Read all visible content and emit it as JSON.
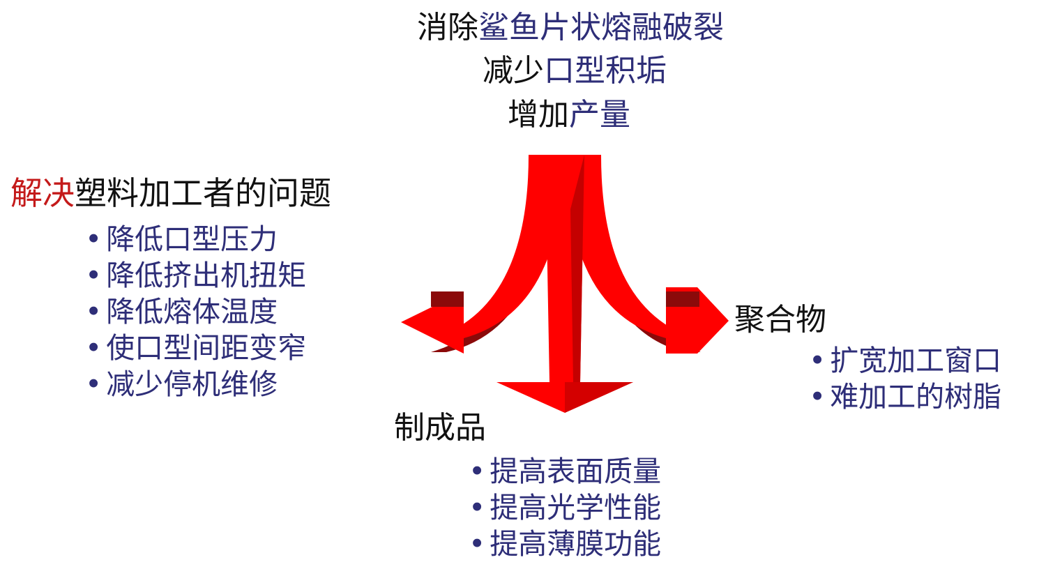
{
  "top": {
    "line1": {
      "black": "消除",
      "navy": "鲨鱼片状熔融破裂"
    },
    "line2": {
      "black": "减少",
      "navy": "口型积垢"
    },
    "line3": {
      "black": "增加",
      "navy": "产量"
    }
  },
  "left": {
    "heading_red": "解决",
    "heading_rest": "塑料加工者的问题",
    "bullet": "•",
    "items": [
      "降低口型压力",
      "降低挤出机扭矩",
      "降低熔体温度",
      "使口型间距变窄",
      "减少停机维修"
    ]
  },
  "right": {
    "heading": "聚合物",
    "bullet": "•",
    "items": [
      "扩宽加工窗口",
      "难加工的树脂"
    ]
  },
  "bottom": {
    "heading": "制成品",
    "bullet": "•",
    "items": [
      "提高表面质量",
      "提高光学性能",
      "提高薄膜功能"
    ]
  },
  "colors": {
    "arrow_red": "#ff0000",
    "arrow_dark": "#8b0a0a",
    "heading_red": "#c41a1a",
    "navy_text": "#2e2e78"
  }
}
